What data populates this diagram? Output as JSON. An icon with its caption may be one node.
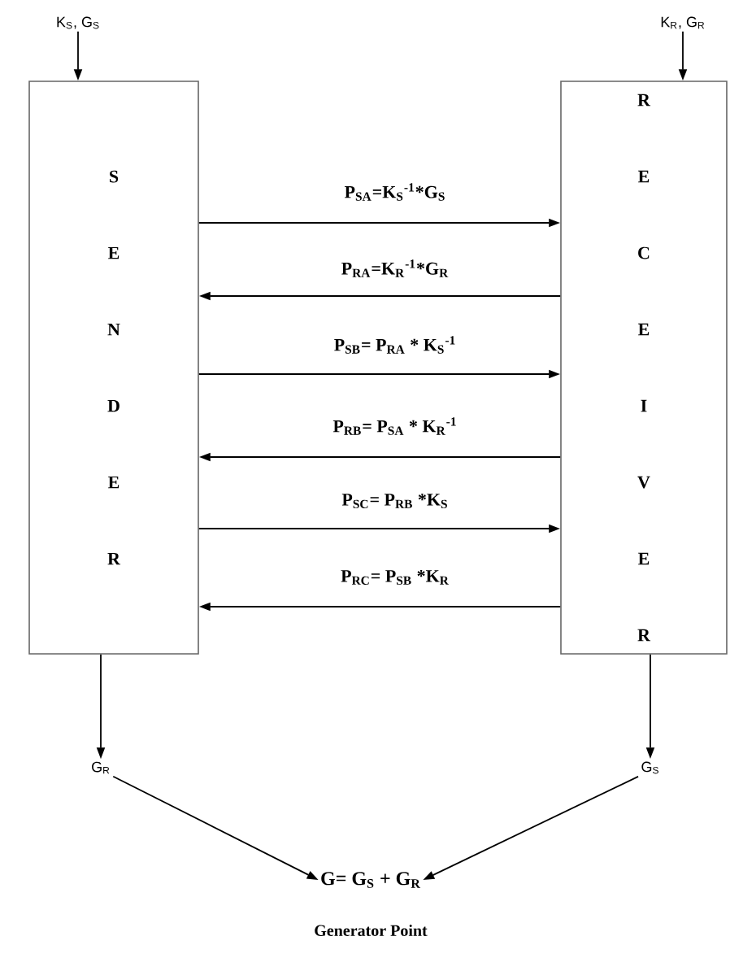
{
  "diagram": {
    "nodes": [
      {
        "text": [
          "K$_{S}$, G$_{S}$"
        ]
      },
      {
        "text": [
          "S E N D E R"
        ]
      },
      {
        "text": [
          "K$_{R}$, G$_{R}$"
        ]
      },
      {
        "text": [
          "R E C E I V E R"
        ]
      },
      {
        "text": [
          "G$_{R}$"
        ]
      },
      {
        "text": [
          "G$_{S}$"
        ]
      },
      {
        "text": [
          "G= G$_{S}$ + G$_{R}$"
        ],
        "beside": [
          "Generator Point"
        ]
      }
    ],
    "edges": [
      {
        "from": 0,
        "to": 1,
        "arrow": "to"
      },
      {
        "from": 2,
        "to": 3,
        "arrow": "to"
      },
      {
        "from": 1,
        "to": 3,
        "arrow": "to",
        "label": "P$_{SA}$=K$_{S}$$^{-1}$*G$_{S}$"
      },
      {
        "from": 3,
        "to": 1,
        "arrow": "to",
        "label": "P$_{RA}$=K$_{R}$$^{-1}$*G$_{R}$"
      },
      {
        "from": 1,
        "to": 3,
        "arrow": "to",
        "label": "P$_{SB}$= P$_{RA}$ * K$_{S}$$^{-1}$"
      },
      {
        "from": 3,
        "to": 1,
        "arrow": "to",
        "label": "P$_{RB}$= P$_{SA}$ * K$_{R}$$^{-1}$"
      },
      {
        "from": 1,
        "to": 3,
        "arrow": "to",
        "label": "P$_{SC}$= P$_{RB}$ *K$_{S}$"
      },
      {
        "from": 3,
        "to": 1,
        "arrow": "to",
        "label": "P$_{RC}$= P$_{SB}$ *K$_{R}$"
      },
      {
        "from": 1,
        "to": 4,
        "arrow": "to"
      },
      {
        "from": 3,
        "to": 5,
        "arrow": "to"
      },
      {
        "from": 4,
        "to": 6,
        "arrow": "to"
      },
      {
        "from": 5,
        "to": 6,
        "arrow": "to"
      }
    ]
  }
}
